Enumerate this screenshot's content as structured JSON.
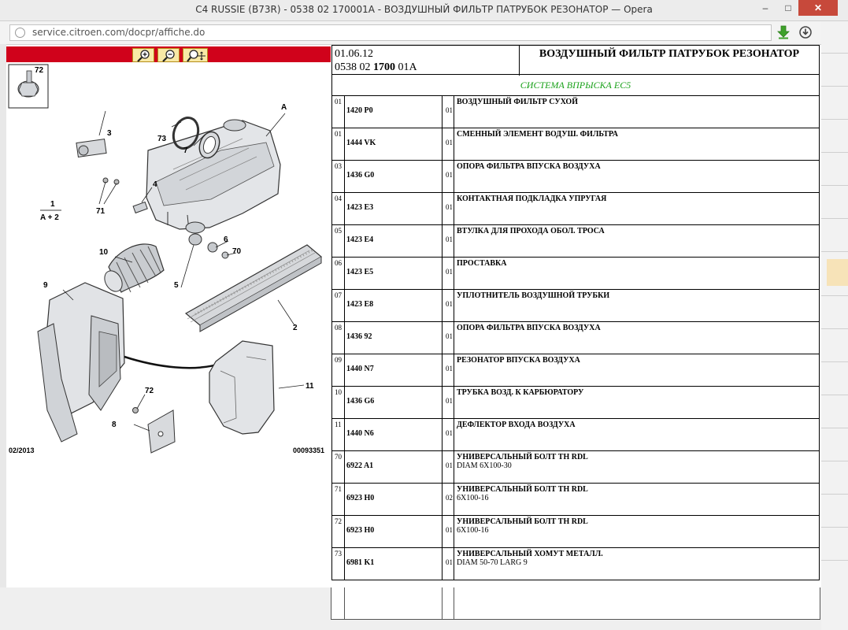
{
  "window": {
    "title": "C4 RUSSIE (B73R) - 0538 02 170001A - ВОЗДУШНЫЙ ФИЛЬТР ПАТРУБОК РЕЗОНАТОР — Opera",
    "min_label": "–",
    "max_label": "□",
    "close_label": "✕"
  },
  "address": {
    "url": "service.citroen.com/docpr/affiche.do"
  },
  "toolbar": {
    "zoom_in_icon": "zoom-in-icon",
    "zoom_out_icon": "zoom-out-icon",
    "zoom_fit_icon": "zoom-move-icon"
  },
  "diagram": {
    "date": "02/2013",
    "number": "00093351",
    "labels": {
      "l72top": "72",
      "lA": "A",
      "l3": "3",
      "l73": "73",
      "l7": "7",
      "l4": "4",
      "l1": "1",
      "lA2": "A + 2",
      "l71": "71",
      "l10": "10",
      "l6": "6",
      "l70": "70",
      "l5": "5",
      "l9": "9",
      "l2": "2",
      "l72b": "72",
      "l11": "11",
      "l8": "8"
    }
  },
  "header": {
    "date": "01.06.12",
    "ref_prefix": "0538 02 ",
    "ref_bold": "1700",
    "ref_suffix": " 01A",
    "title": "ВОЗДУШНЫЙ ФИЛЬТР ПАТРУБОК РЕЗОНАТОР",
    "system": "СИСТЕМА ВПРЫСКА EC5"
  },
  "parts": [
    {
      "idx": "01",
      "code": "1420 P0",
      "qty": "01",
      "name": "ВОЗДУШНЫЙ ФИЛЬТР СУХОЙ",
      "desc": ""
    },
    {
      "idx": "01",
      "code": "1444 VK",
      "qty": "01",
      "name": "СМЕННЫЙ ЭЛЕМЕНТ ВОДУШ. ФИЛЬТРА",
      "desc": ""
    },
    {
      "idx": "03",
      "code": "1436 G0",
      "qty": "01",
      "name": "ОПОРА ФИЛЬТРА ВПУСКА ВОЗДУХА",
      "desc": ""
    },
    {
      "idx": "04",
      "code": "1423 E3",
      "qty": "01",
      "name": "КОНТАКТНАЯ ПОДКЛАДКА УПРУГАЯ",
      "desc": ""
    },
    {
      "idx": "05",
      "code": "1423 E4",
      "qty": "01",
      "name": "ВТУЛКА ДЛЯ ПРОХОДА ОБОЛ. ТРОСА",
      "desc": ""
    },
    {
      "idx": "06",
      "code": "1423 E5",
      "qty": "01",
      "name": "ПРОСТАВКА",
      "desc": ""
    },
    {
      "idx": "07",
      "code": "1423 E8",
      "qty": "01",
      "name": "УПЛОТНИТЕЛЬ ВОЗДУШНОЙ ТРУБКИ",
      "desc": ""
    },
    {
      "idx": "08",
      "code": "1436 92",
      "qty": "01",
      "name": "ОПОРА ФИЛЬТРА ВПУСКА ВОЗДУХА",
      "desc": ""
    },
    {
      "idx": "09",
      "code": "1440 N7",
      "qty": "01",
      "name": "РЕЗОНАТОР ВПУСКА ВОЗДУХА",
      "desc": ""
    },
    {
      "idx": "10",
      "code": "1436 G6",
      "qty": "01",
      "name": "ТРУБКА ВОЗД. К КАРБЮРАТОРУ",
      "desc": ""
    },
    {
      "idx": "11",
      "code": "1440 N6",
      "qty": "01",
      "name": "ДЕФЛЕКТОР ВХОДА ВОЗДУХА",
      "desc": ""
    },
    {
      "idx": "70",
      "code": "6922 A1",
      "qty": "01",
      "name": "УНИВЕРСАЛЬНЫЙ БОЛТ TH RDL",
      "desc": "DIAM 6X100-30"
    },
    {
      "idx": "71",
      "code": "6923 H0",
      "qty": "02",
      "name": "УНИВЕРСАЛЬНЫЙ БОЛТ TH RDL",
      "desc": "6X100-16"
    },
    {
      "idx": "72",
      "code": "6923 H0",
      "qty": "01",
      "name": "УНИВЕРСАЛЬНЫЙ БОЛТ TH RDL",
      "desc": "6X100-16"
    },
    {
      "idx": "73",
      "code": "6981 K1",
      "qty": "01",
      "name": "УНИВЕРСАЛЬНЫЙ ХОМУТ МЕТАЛЛ.",
      "desc": "DIAM 50-70 LARG 9"
    }
  ],
  "colors": {
    "toolbar_red": "#d0021b",
    "system_green": "#19a119",
    "download_green": "#3ea12a"
  }
}
